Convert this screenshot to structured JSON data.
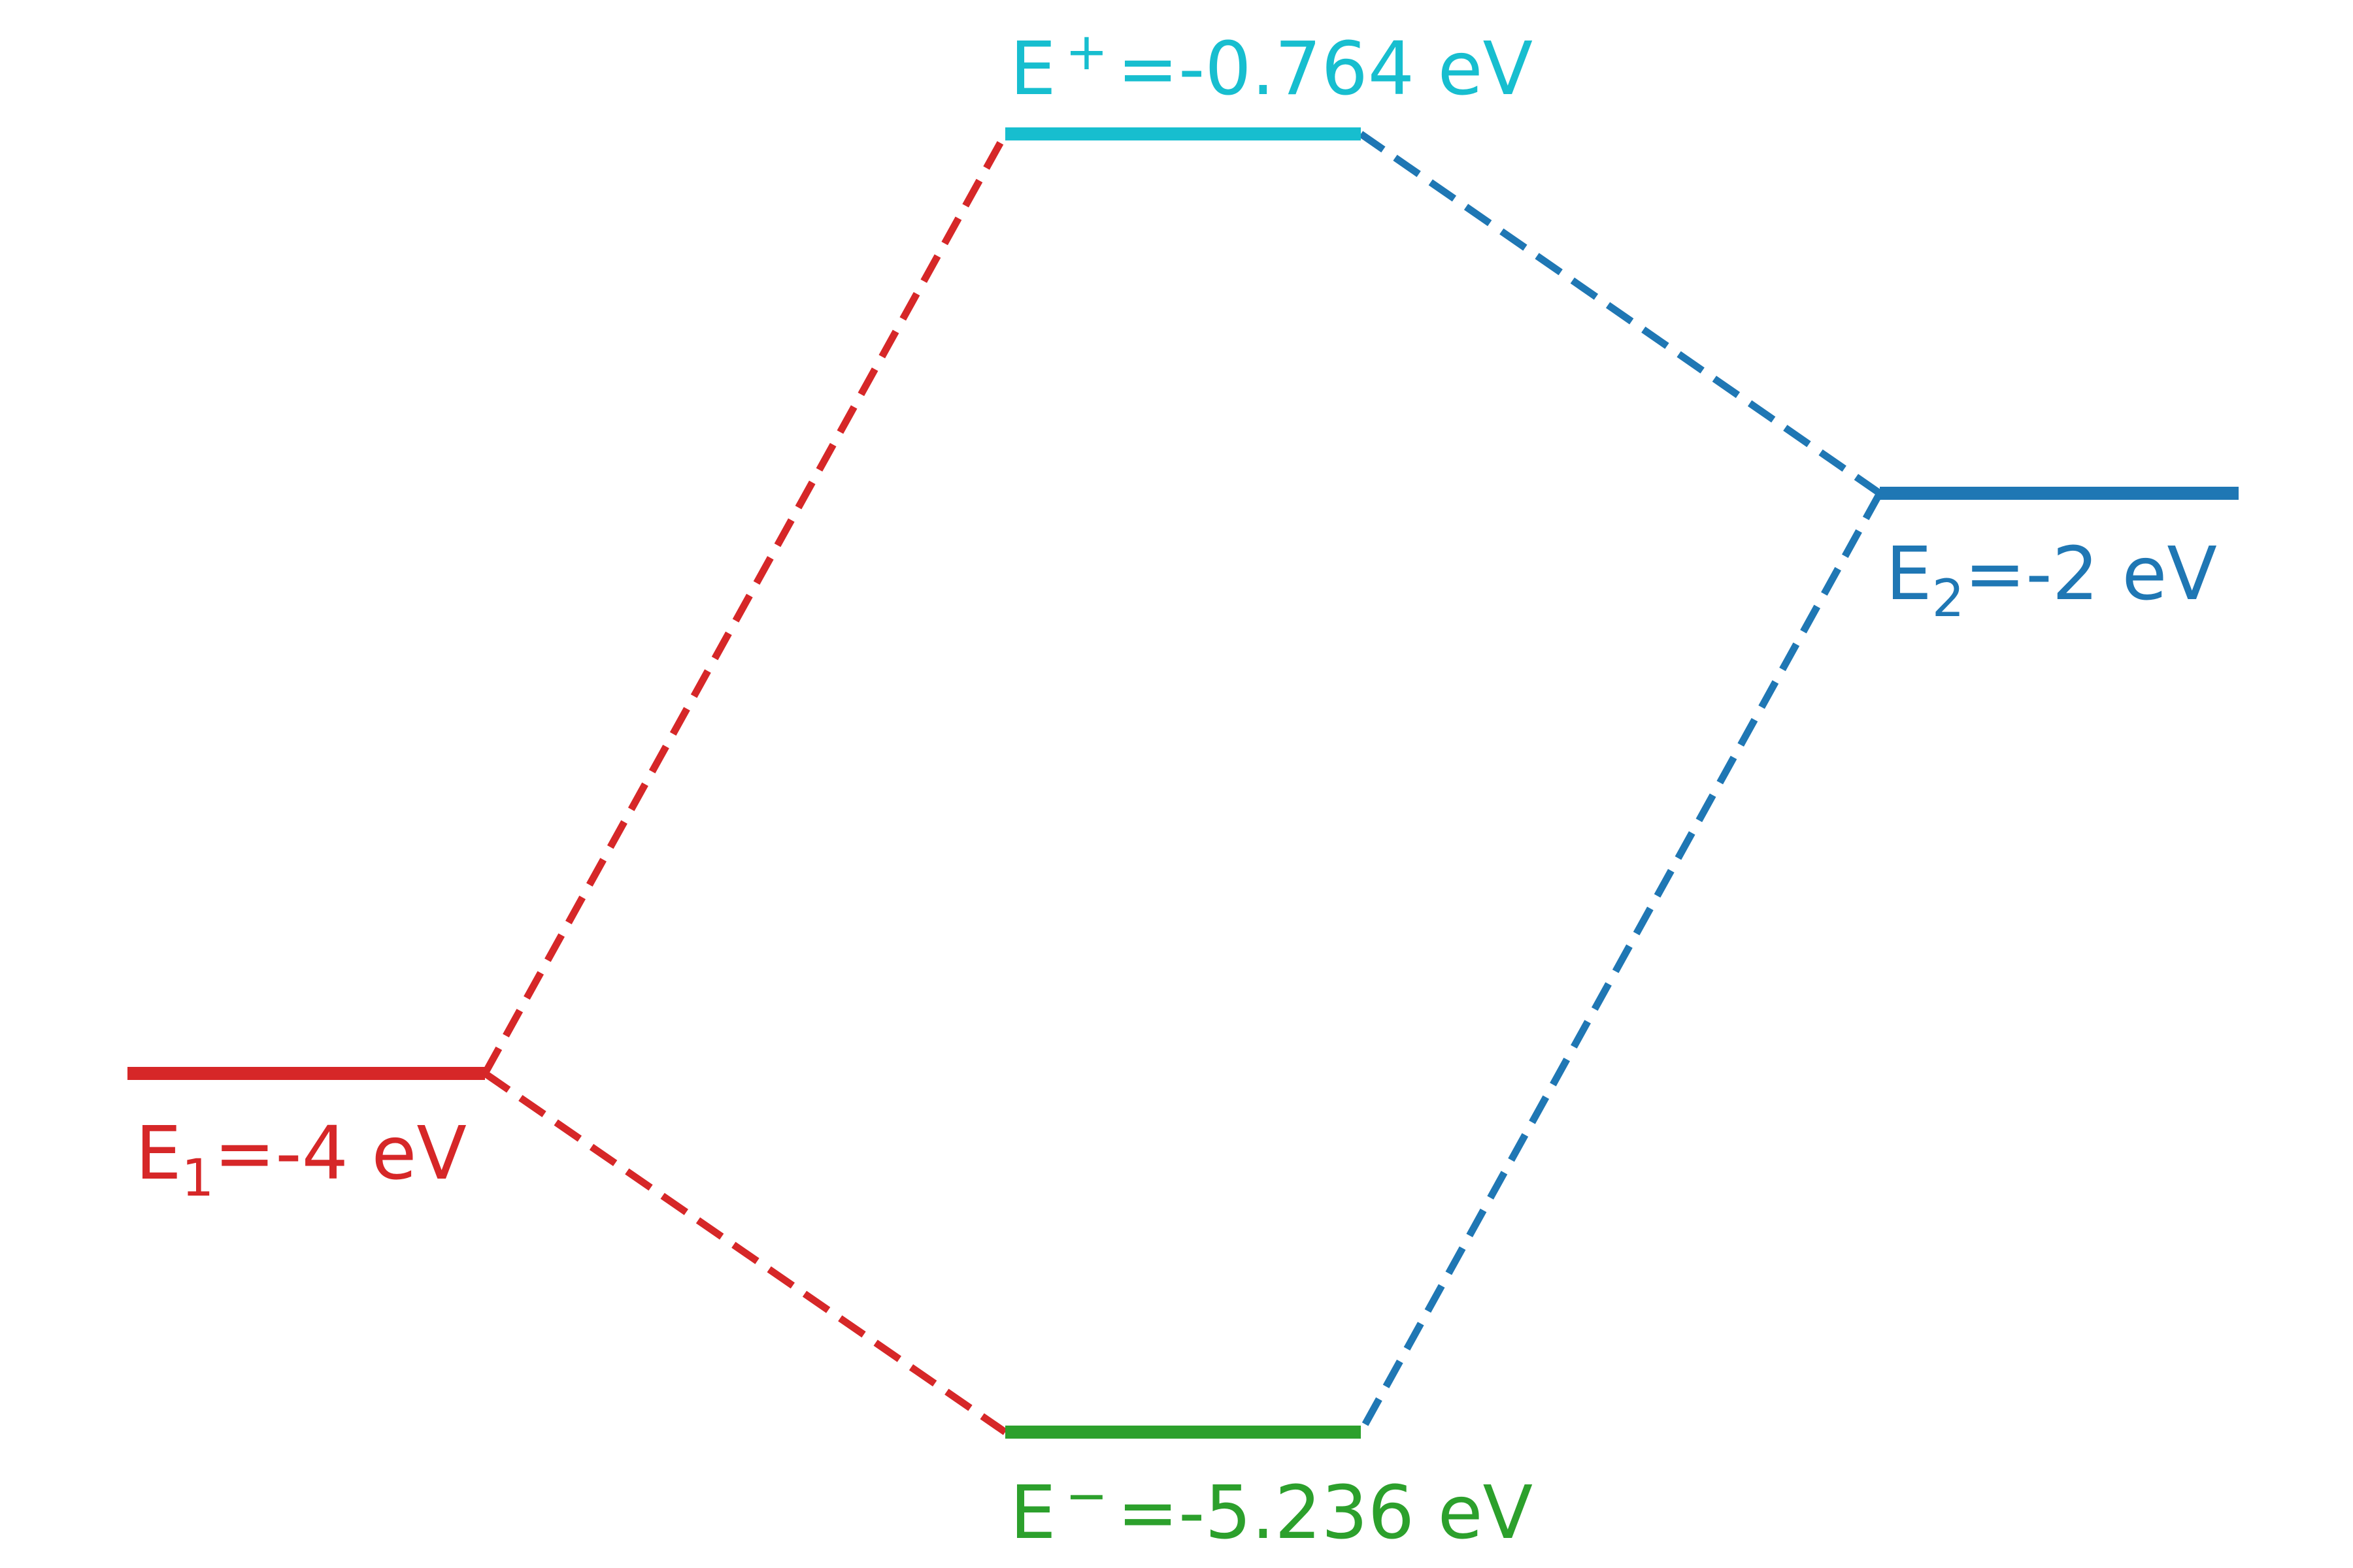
{
  "diagram": {
    "levels": {
      "e1": {
        "symbol": "E",
        "index": "1",
        "value_text": "=-4 eV",
        "energy_ev": -4,
        "color": "#d62728"
      },
      "e2": {
        "symbol": "E",
        "index": "2",
        "value_text": "=-2 eV",
        "energy_ev": -2,
        "color": "#1f77b4"
      },
      "e_plus": {
        "symbol": "E",
        "index": "+",
        "value_text": "=-0.764 eV",
        "energy_ev": -0.764,
        "color": "#17becf"
      },
      "e_minus": {
        "symbol": "E",
        "index": "−",
        "value_text": "=-5.236 eV",
        "energy_ev": -5.236,
        "color": "#2ca02c"
      }
    },
    "connectors": [
      {
        "from": "e1",
        "to": "e_plus",
        "color": "#d62728",
        "style": "dashed"
      },
      {
        "from": "e1",
        "to": "e_minus",
        "color": "#d62728",
        "style": "dashed"
      },
      {
        "from": "e2",
        "to": "e_plus",
        "color": "#1f77b4",
        "style": "dashed"
      },
      {
        "from": "e2",
        "to": "e_minus",
        "color": "#1f77b4",
        "style": "dashed"
      }
    ]
  }
}
